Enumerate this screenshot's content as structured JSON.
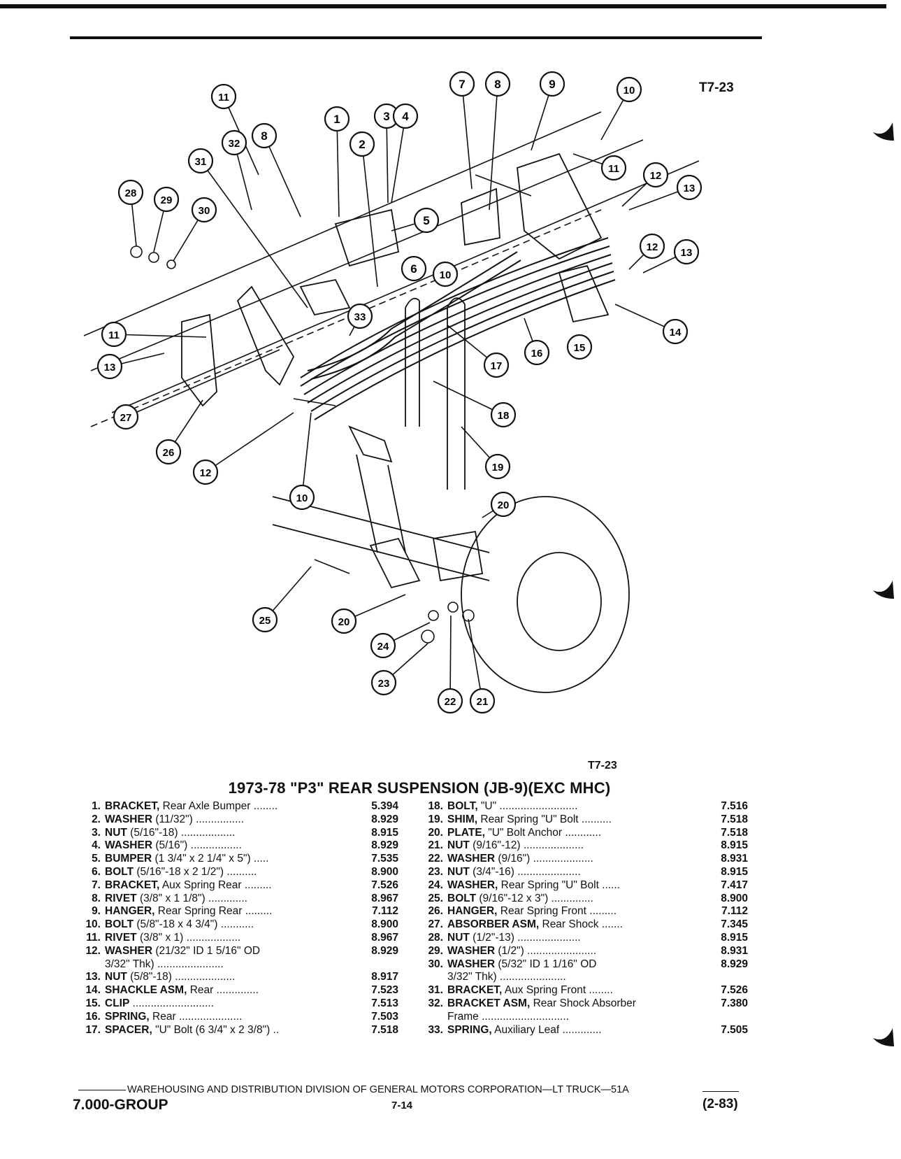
{
  "figure_code_top": "T7-23",
  "figure_code_bottom": "T7-23",
  "title": "1973-78 \"P3\" REAR SUSPENSION (JB-9)(EXC MHC)",
  "callouts": [
    "11",
    "1",
    "3",
    "4",
    "7",
    "8",
    "9",
    "10",
    "2",
    "32",
    "8",
    "31",
    "5",
    "28",
    "29",
    "30",
    "6",
    "10",
    "11",
    "12",
    "13",
    "12",
    "13",
    "33",
    "11",
    "13",
    "14",
    "15",
    "16",
    "17",
    "27",
    "18",
    "26",
    "19",
    "12",
    "10",
    "20",
    "25",
    "20",
    "24",
    "23",
    "22",
    "21"
  ],
  "parts_left": [
    {
      "num": "1.",
      "name": "BRACKET,",
      "desc": " Rear Axle Bumper ........",
      "code": "5.394"
    },
    {
      "num": "2.",
      "name": "WASHER",
      "desc": " (11/32\") ................",
      "code": "8.929"
    },
    {
      "num": "3.",
      "name": "NUT",
      "desc": " (5/16\"-18) ..................",
      "code": "8.915"
    },
    {
      "num": "4.",
      "name": "WASHER",
      "desc": " (5/16\") .................",
      "code": "8.929"
    },
    {
      "num": "5.",
      "name": "BUMPER",
      "desc": " (1 3/4\" x 2 1/4\" x 5\") .....",
      "code": "7.535"
    },
    {
      "num": "6.",
      "name": "BOLT",
      "desc": " (5/16\"-18 x 2 1/2\") ..........",
      "code": "8.900"
    },
    {
      "num": "7.",
      "name": "BRACKET,",
      "desc": " Aux Spring Rear .........",
      "code": "7.526"
    },
    {
      "num": "8.",
      "name": "RIVET",
      "desc": " (3/8\" x 1 1/8\") .............",
      "code": "8.967"
    },
    {
      "num": "9.",
      "name": "HANGER,",
      "desc": " Rear Spring Rear .........",
      "code": "7.112"
    },
    {
      "num": "10.",
      "name": "BOLT",
      "desc": " (5/8\"-18 x 4 3/4\") ...........",
      "code": "8.900"
    },
    {
      "num": "11.",
      "name": "RIVET",
      "desc": " (3/8\" x 1) ..................",
      "code": "8.967"
    },
    {
      "num": "12.",
      "name": "WASHER",
      "desc": " (21/32\" ID 1 5/16\" OD\n3/32\" Thk) ......................",
      "code": "8.929"
    },
    {
      "num": "13.",
      "name": "NUT",
      "desc": " (5/8\"-18) ....................",
      "code": "8.917"
    },
    {
      "num": "14.",
      "name": "SHACKLE ASM,",
      "desc": " Rear ..............",
      "code": "7.523"
    },
    {
      "num": "15.",
      "name": "CLIP",
      "desc": " ...........................",
      "code": "7.513"
    },
    {
      "num": "16.",
      "name": "SPRING,",
      "desc": " Rear .....................",
      "code": "7.503"
    },
    {
      "num": "17.",
      "name": "SPACER,",
      "desc": " \"U\" Bolt (6 3/4\" x 2 3/8\") ..",
      "code": "7.518"
    }
  ],
  "parts_right": [
    {
      "num": "18.",
      "name": "BOLT,",
      "desc": " \"U\" ..........................",
      "code": "7.516"
    },
    {
      "num": "19.",
      "name": "SHIM,",
      "desc": " Rear Spring \"U\" Bolt ..........",
      "code": "7.518"
    },
    {
      "num": "20.",
      "name": "PLATE,",
      "desc": " \"U\" Bolt Anchor ............",
      "code": "7.518"
    },
    {
      "num": "21.",
      "name": "NUT",
      "desc": " (9/16\"-12) ....................",
      "code": "8.915"
    },
    {
      "num": "22.",
      "name": "WASHER",
      "desc": " (9/16\") ....................",
      "code": "8.931"
    },
    {
      "num": "23.",
      "name": "NUT",
      "desc": " (3/4\"-16) .....................",
      "code": "8.915"
    },
    {
      "num": "24.",
      "name": "WASHER,",
      "desc": " Rear Spring \"U\" Bolt ......",
      "code": "7.417"
    },
    {
      "num": "25.",
      "name": "BOLT",
      "desc": " (9/16\"-12 x 3\") ..............",
      "code": "8.900"
    },
    {
      "num": "26.",
      "name": "HANGER,",
      "desc": " Rear Spring Front .........",
      "code": "7.112"
    },
    {
      "num": "27.",
      "name": "ABSORBER ASM,",
      "desc": " Rear Shock .......",
      "code": "7.345"
    },
    {
      "num": "28.",
      "name": "NUT",
      "desc": " (1/2\"-13) .....................",
      "code": "8.915"
    },
    {
      "num": "29.",
      "name": "WASHER",
      "desc": " (1/2\") .......................",
      "code": "8.931"
    },
    {
      "num": "30.",
      "name": "WASHER",
      "desc": " (5/32\" ID 1 1/16\" OD\n3/32\" Thk) ......................",
      "code": "8.929"
    },
    {
      "num": "31.",
      "name": "BRACKET,",
      "desc": " Aux Spring Front ........",
      "code": "7.526"
    },
    {
      "num": "32.",
      "name": "BRACKET ASM,",
      "desc": " Rear Shock Absorber\nFrame .............................",
      "code": "7.380"
    },
    {
      "num": "33.",
      "name": "SPRING,",
      "desc": " Auxiliary Leaf .............",
      "code": "7.505"
    }
  ],
  "footer": {
    "line": "WAREHOUSING AND DISTRIBUTION  DIVISION OF GENERAL MOTORS CORPORATION—LT TRUCK—51A",
    "group": "7.000-GROUP",
    "page": "7-14",
    "date": "(2-83)"
  }
}
